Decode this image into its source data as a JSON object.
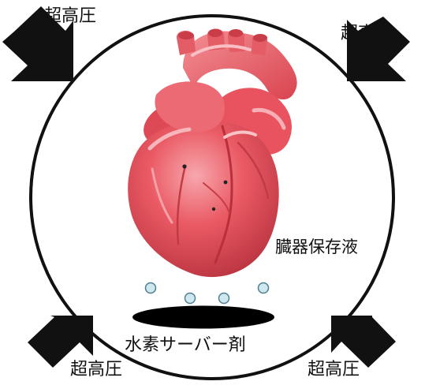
{
  "pressure_labels": {
    "top_left": "超高圧",
    "top_right": "超高圧",
    "bottom_left": "超高圧",
    "bottom_right": "超高圧"
  },
  "solution_label": "臓器保存液",
  "agent_label": "水素サーバー剤",
  "colors": {
    "heart": "#e64d57",
    "heart_dark": "#b8323c",
    "heart_light": "#f39aa0",
    "bubble_fill": "#cfe7ee",
    "bubble_stroke": "#4d7f91",
    "arrow": "#111111",
    "vessel_outline": "#111111",
    "agent_disk": "#000000"
  },
  "icons": {
    "pressure_arrow": "arrow-icon",
    "organ": "heart-icon",
    "bubble": "hydrogen-bubble-icon"
  }
}
